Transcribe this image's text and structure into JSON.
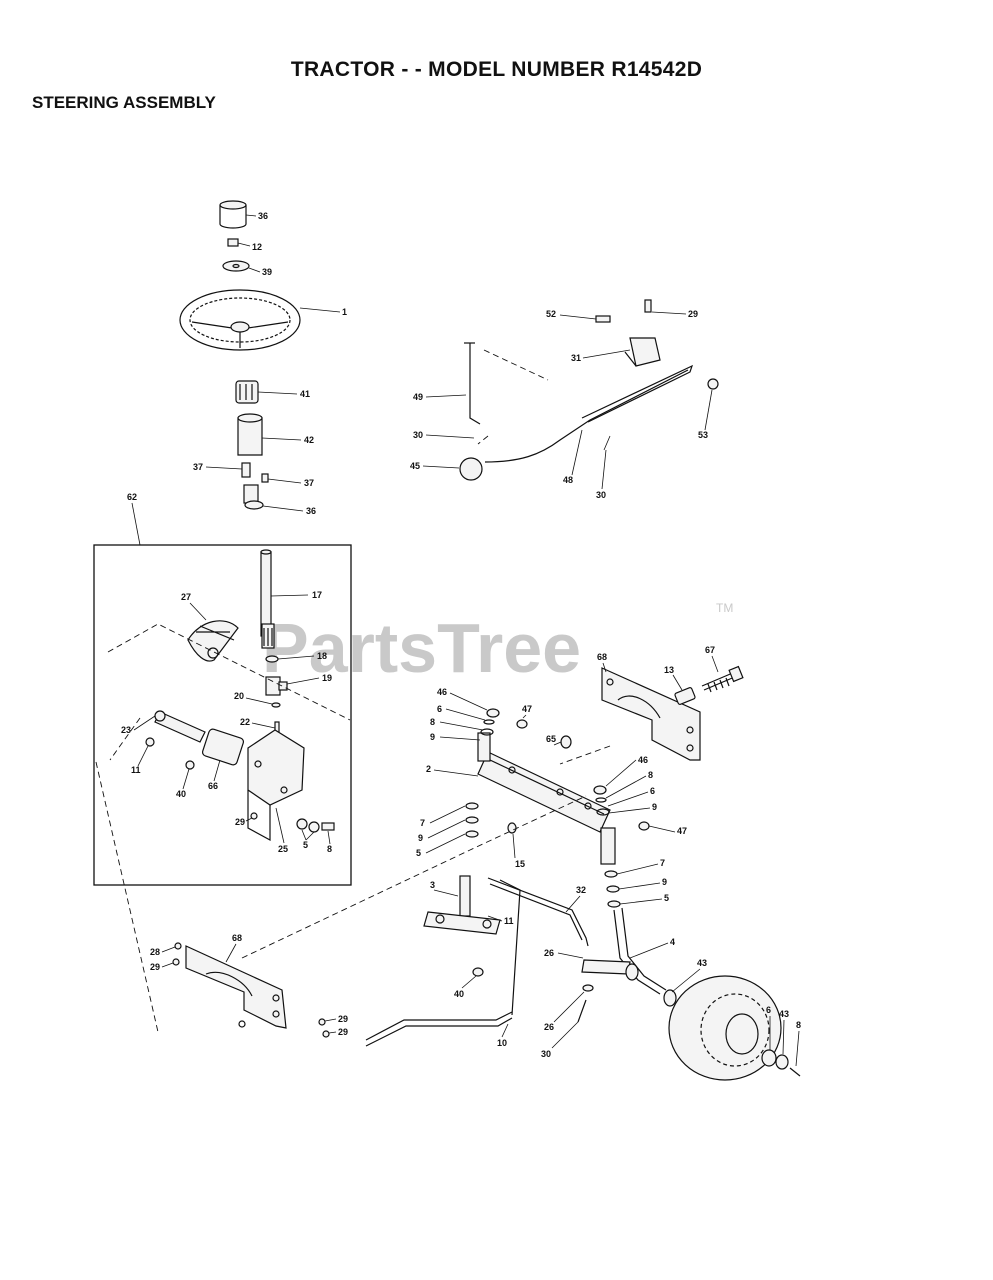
{
  "header": {
    "title": "TRACTOR - - MODEL NUMBER R14542D",
    "section": "STEERING ASSEMBLY"
  },
  "watermark": {
    "text": "PartsTree",
    "trademark": "TM"
  },
  "callouts": {
    "c36a": "36",
    "c12": "12",
    "c39": "39",
    "c1": "1",
    "c41": "41",
    "c42": "42",
    "c37a": "37",
    "c37b": "37",
    "c36b": "36",
    "c62": "62",
    "c52": "52",
    "c29a": "29",
    "c31": "31",
    "c49": "49",
    "c30a": "30",
    "c45": "45",
    "c48": "48",
    "c30b": "30",
    "c53": "53",
    "c17": "17",
    "c27": "27",
    "c18": "18",
    "c19": "19",
    "c20": "20",
    "c22": "22",
    "c23": "23",
    "c11a": "11",
    "c40a": "40",
    "c66": "66",
    "c29b": "29",
    "c25": "25",
    "c5a": "5",
    "c8a": "8",
    "c68a": "68",
    "c13": "13",
    "c67": "67",
    "c46a": "46",
    "c6a": "6",
    "c8b": "8",
    "c9a": "9",
    "c47a": "47",
    "c65": "65",
    "c2": "2",
    "c7a": "7",
    "c9b": "9",
    "c5b": "5",
    "c15": "15",
    "c46b": "46",
    "c8c": "8",
    "c6b": "6",
    "c9c": "9",
    "c47b": "47",
    "c7b": "7",
    "c9d": "9",
    "c5c": "5",
    "c3": "3",
    "c32": "32",
    "c11b": "11",
    "c26a": "26",
    "c4": "4",
    "c43a": "43",
    "c28a": "28",
    "c29c": "29",
    "c68b": "68",
    "c40b": "40",
    "c26b": "26",
    "c30c": "30",
    "c10": "10",
    "c29d": "29",
    "c29e": "29",
    "c6c": "6",
    "c43b": "43",
    "c8d": "8"
  }
}
